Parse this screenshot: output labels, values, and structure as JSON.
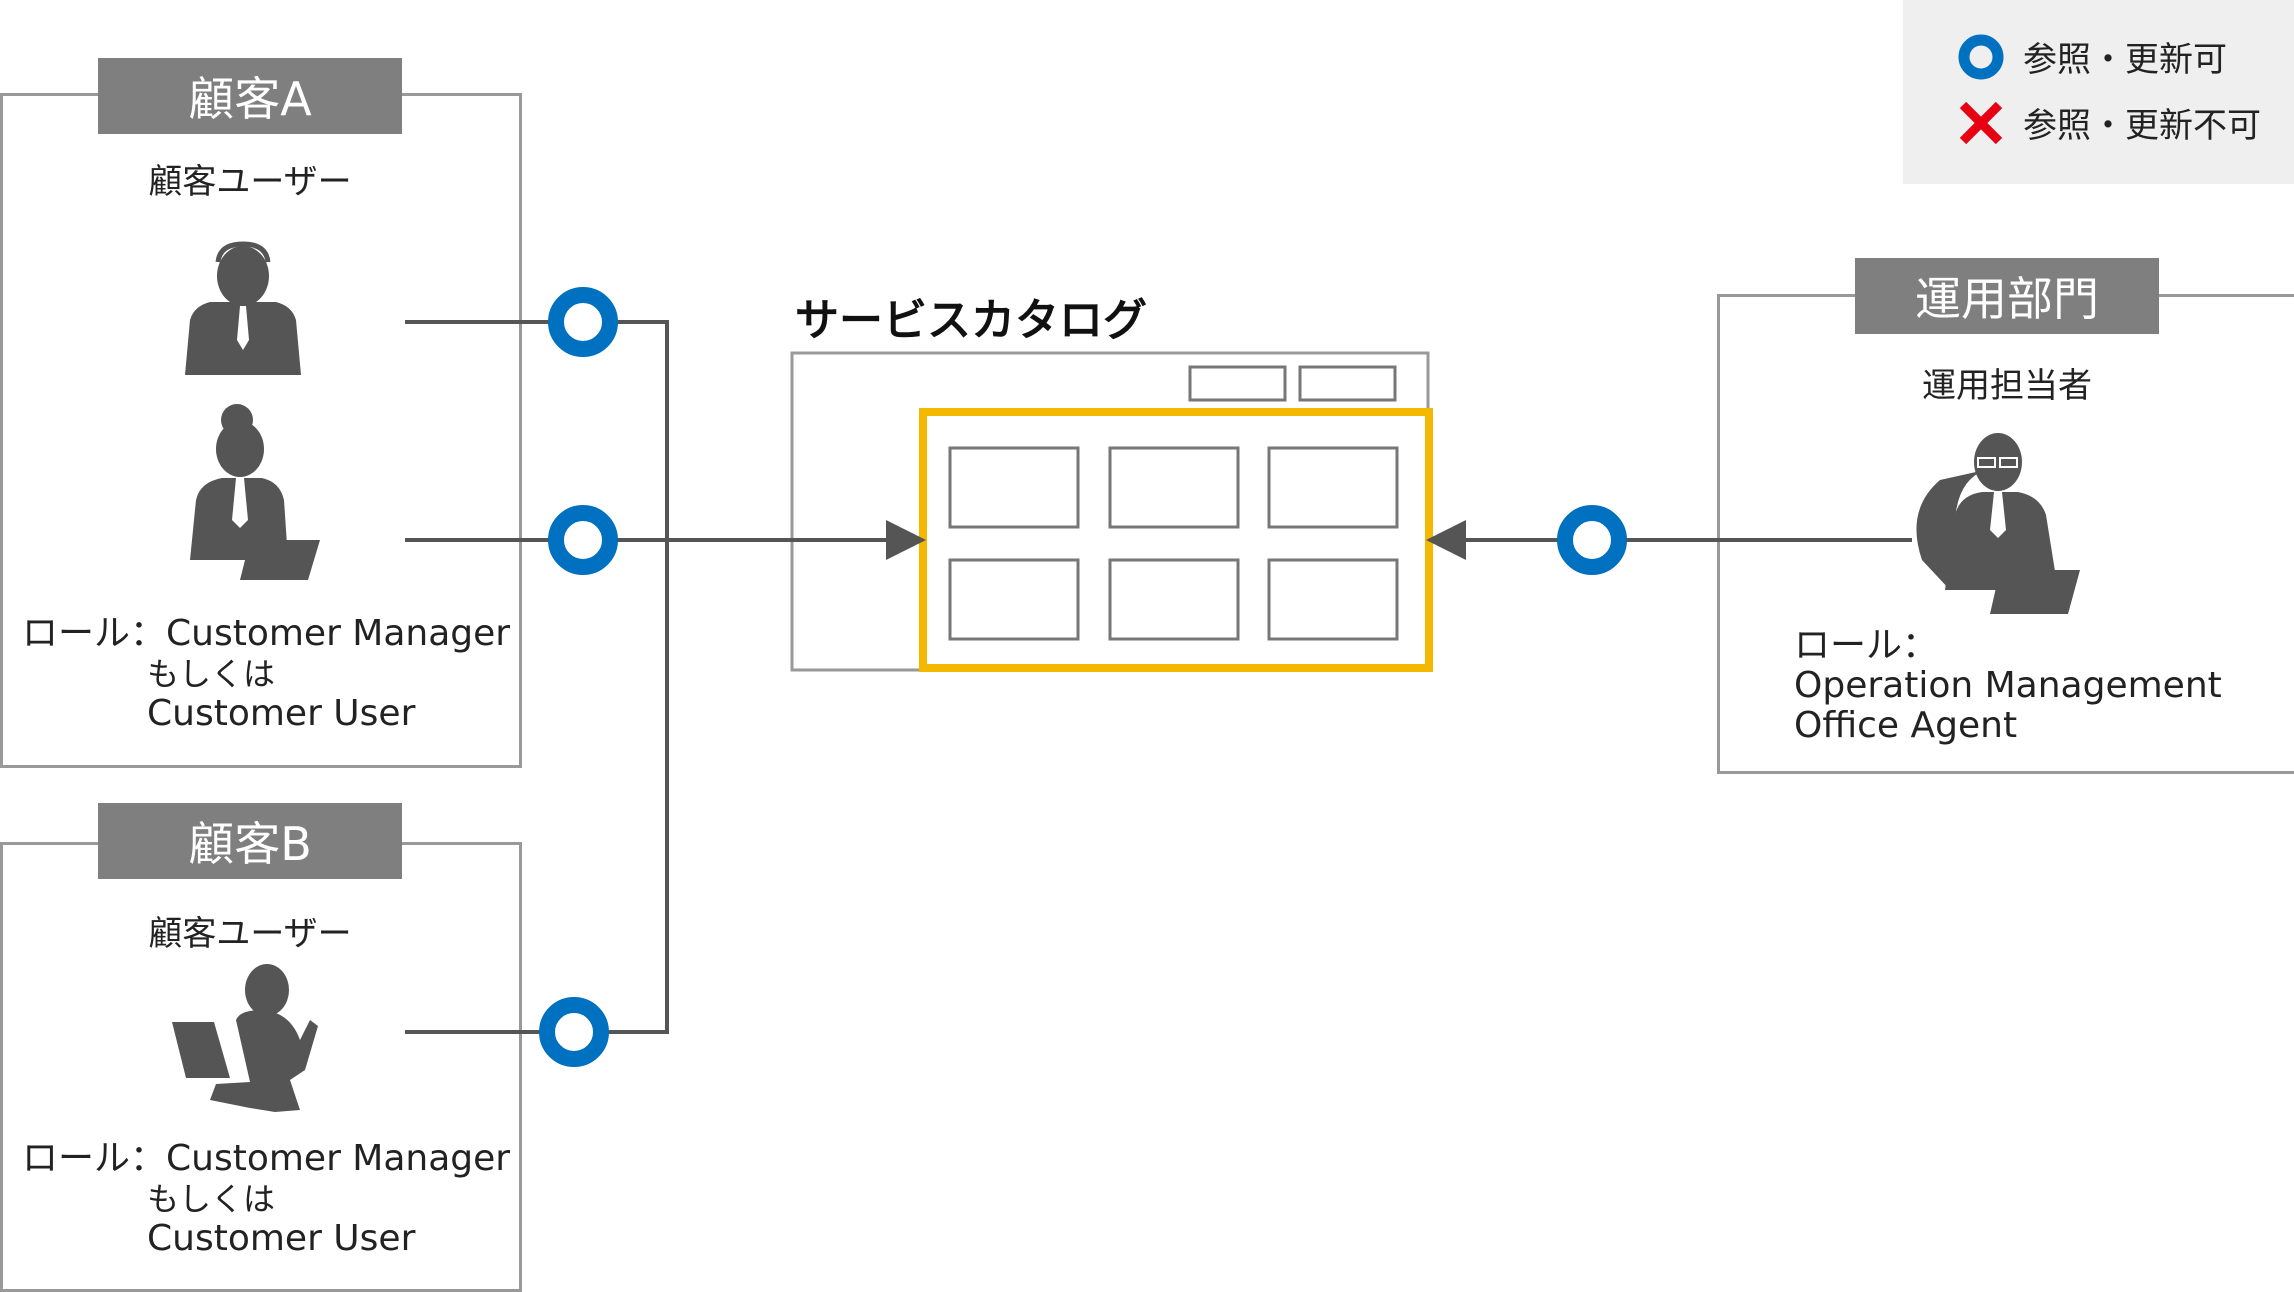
{
  "legend": {
    "allowed_label": "参照・更新可",
    "denied_label": "参照・更新不可"
  },
  "customer_a": {
    "tab": "顧客A",
    "subtitle": "顧客ユーザー",
    "role_line1": "ロール：Customer Manager",
    "role_line2": "もしくは",
    "role_line3": "Customer User"
  },
  "customer_b": {
    "tab": "顧客B",
    "subtitle": "顧客ユーザー",
    "role_line1": "ロール：Customer Manager",
    "role_line2": "もしくは",
    "role_line3": "Customer User"
  },
  "operations": {
    "tab": "運用部門",
    "subtitle": "運用担当者",
    "role_line1": "ロール：",
    "role_line2": "Operation Management",
    "role_line3": "Office Agent"
  },
  "catalog": {
    "title": "サービスカタログ"
  },
  "colors": {
    "allowed": "#0070c0",
    "denied": "#e60012",
    "highlight": "#f5b800",
    "tab_bg": "#7f7f7f",
    "line": "#555555"
  },
  "icons": {
    "allowed": "circle-icon",
    "denied": "cross-icon",
    "person_headset": "person-headset-icon",
    "person_laptop": "person-laptop-icon",
    "person_sitting_laptop": "person-sitting-laptop-icon",
    "person_glasses_laptop": "person-glasses-laptop-icon"
  }
}
